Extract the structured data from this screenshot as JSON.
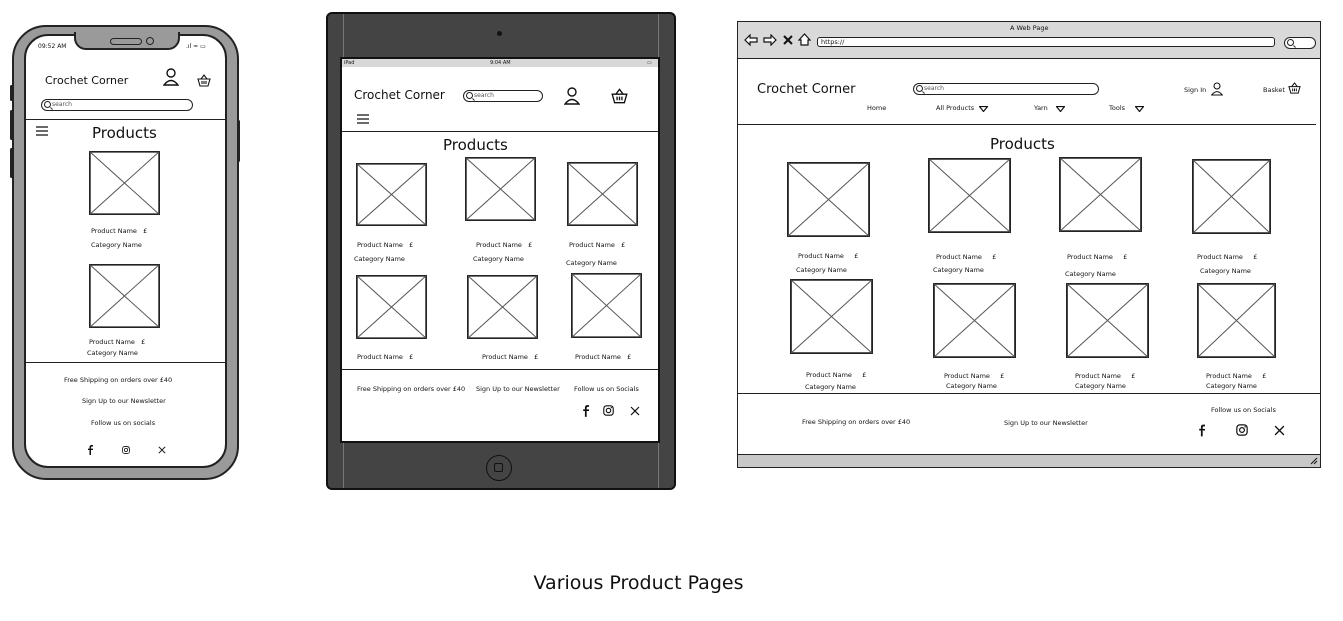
{
  "caption": "Various Product Pages",
  "phone": {
    "time": "09:52 AM",
    "brand": "Crochet Corner",
    "search_placeholder": "search",
    "heading": "Products",
    "products": [
      {
        "name": "Product Name",
        "price": "£",
        "category": "Category Name"
      },
      {
        "name": "Product Name",
        "price": "£",
        "category": "Category Name"
      }
    ],
    "footer": {
      "shipping": "Free Shipping on orders over £40",
      "newsletter": "Sign Up to our Newsletter",
      "follow": "Follow us on socials"
    }
  },
  "tablet": {
    "carrier": "iPad",
    "time": "9:04 AM",
    "brand": "Crochet Corner",
    "search_placeholder": "search",
    "heading": "Products",
    "products": [
      {
        "name": "Product Name",
        "price": "£",
        "category": "Category Name"
      },
      {
        "name": "Product Name",
        "price": "£",
        "category": "Category Name"
      },
      {
        "name": "Product Name",
        "price": "£",
        "category": "Category Name"
      },
      {
        "name": "Product Name",
        "price": "£"
      },
      {
        "name": "Product Name",
        "price": "£"
      },
      {
        "name": "Product Name",
        "price": "£"
      }
    ],
    "footer": {
      "shipping": "Free Shipping on orders over £40",
      "newsletter": "Sign Up to our Newsletter",
      "follow": "Follow us on Socials"
    }
  },
  "browser": {
    "window_title": "A Web Page",
    "url": "https://",
    "brand": "Crochet Corner",
    "search_placeholder": "search",
    "sign_in": "Sign In",
    "basket": "Basket",
    "nav": [
      {
        "label": "Home"
      },
      {
        "label": "All Products"
      },
      {
        "label": "Yarn"
      },
      {
        "label": "Tools"
      }
    ],
    "heading": "Products",
    "products": [
      {
        "name": "Product Name",
        "price": "£",
        "category": "Category Name"
      },
      {
        "name": "Product Name",
        "price": "£",
        "category": "Category Name"
      },
      {
        "name": "Product Name",
        "price": "£",
        "category": "Category Name"
      },
      {
        "name": "Product Name",
        "price": "£",
        "category": "Category Name"
      },
      {
        "name": "Product Name",
        "price": "£",
        "category": "Category Name"
      },
      {
        "name": "Product Name",
        "price": "£",
        "category": "Category Name"
      },
      {
        "name": "Product Name",
        "price": "£",
        "category": "Category Name"
      },
      {
        "name": "Product Name",
        "price": "£",
        "category": "Category Name"
      }
    ],
    "footer": {
      "shipping": "Free Shipping on orders over £40",
      "newsletter": "Sign Up to our Newsletter",
      "follow": "Follow us on Socials"
    }
  },
  "icons": {
    "user": "user-icon",
    "basket": "basket-icon",
    "menu": "hamburger-menu-icon",
    "search": "search-icon",
    "facebook": "facebook-icon",
    "instagram": "instagram-icon",
    "x": "x-icon"
  }
}
